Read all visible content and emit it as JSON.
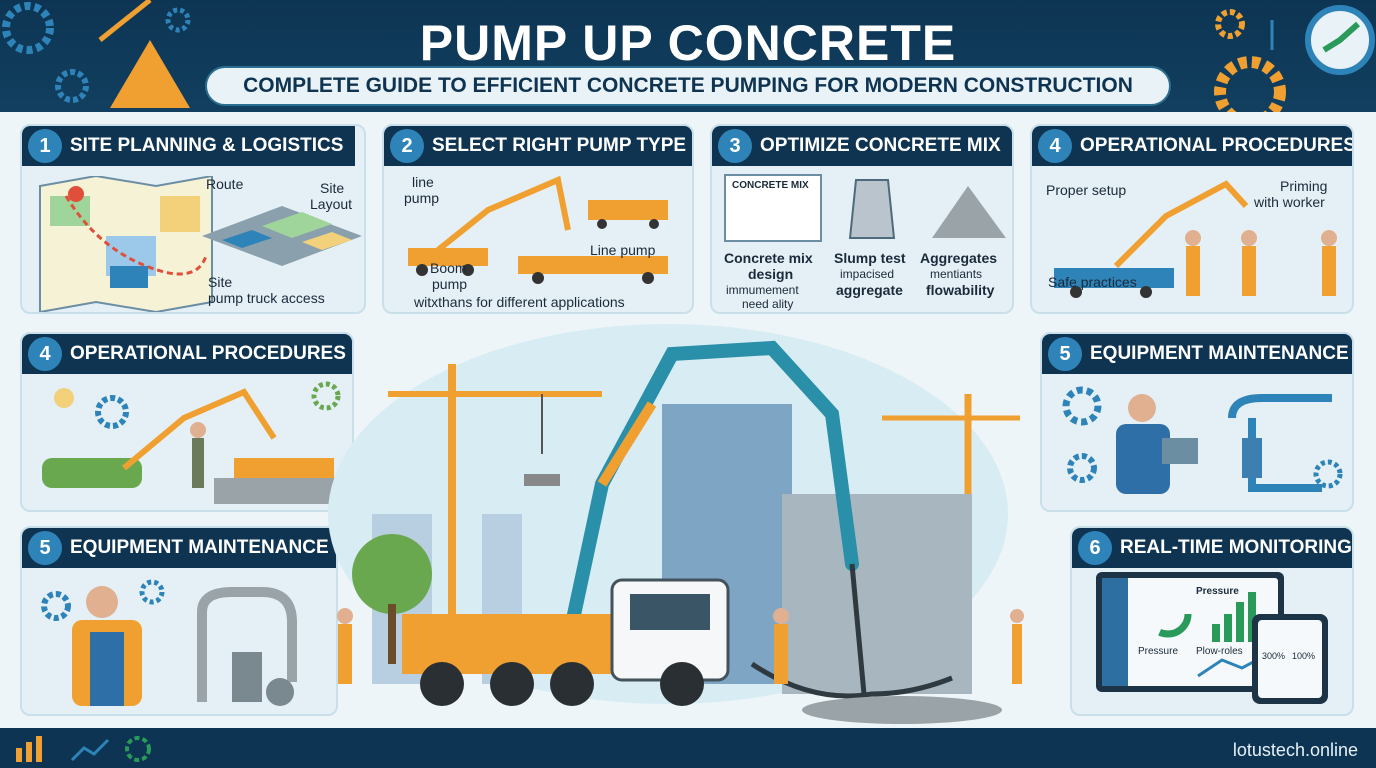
{
  "header": {
    "title": "PUMP UP CONCRETE",
    "subtitle": "COMPLETE GUIDE TO EFFICIENT CONCRETE PUMPING FOR MODERN CONSTRUCTION"
  },
  "panels": {
    "p1": {
      "num": "1",
      "title": "SITE PLANNING & LOGISTICS",
      "labels": [
        "Route",
        "Site",
        "Layout",
        "Site",
        "pump truck access"
      ]
    },
    "p2": {
      "num": "2",
      "title": "SELECT RIGHT PUMP TYPE",
      "labels": [
        "line",
        "pump",
        "Line pump",
        "Boom",
        "pump",
        "witxthans for different applications"
      ]
    },
    "p3": {
      "num": "3",
      "title": "OPTIMIZE CONCRETE MIX",
      "labels": [
        "CONCRETE MIX",
        "Concrete mix",
        "design",
        "immumement",
        "need ality",
        "Slump test",
        "impacised",
        "aggregate",
        "Aggregates",
        "mentiants",
        "flowability"
      ]
    },
    "p4": {
      "num": "4",
      "title": "OPERATIONAL PROCEDURES",
      "labels": [
        "Proper setup",
        "Priming",
        "with worker",
        "Safe practices"
      ]
    },
    "p5": {
      "num": "4",
      "title": "OPERATIONAL PROCEDURES"
    },
    "p6": {
      "num": "5",
      "title": "EQUIPMENT MAINTENANCE"
    },
    "p7": {
      "num": "5",
      "title": "EQUIPMENT MAINTENANCE"
    },
    "p8": {
      "num": "6",
      "title": "REAL-TIME MONITORING",
      "labels": [
        "Pressure",
        "Pressure",
        "Plow-roles",
        "300%",
        "100%"
      ]
    }
  },
  "footer": {
    "site": "lotustech.online"
  },
  "colors": {
    "navy": "#0f3451",
    "accent": "#2e84b8",
    "orange": "#f0a030",
    "teal": "#2a8fa8"
  }
}
